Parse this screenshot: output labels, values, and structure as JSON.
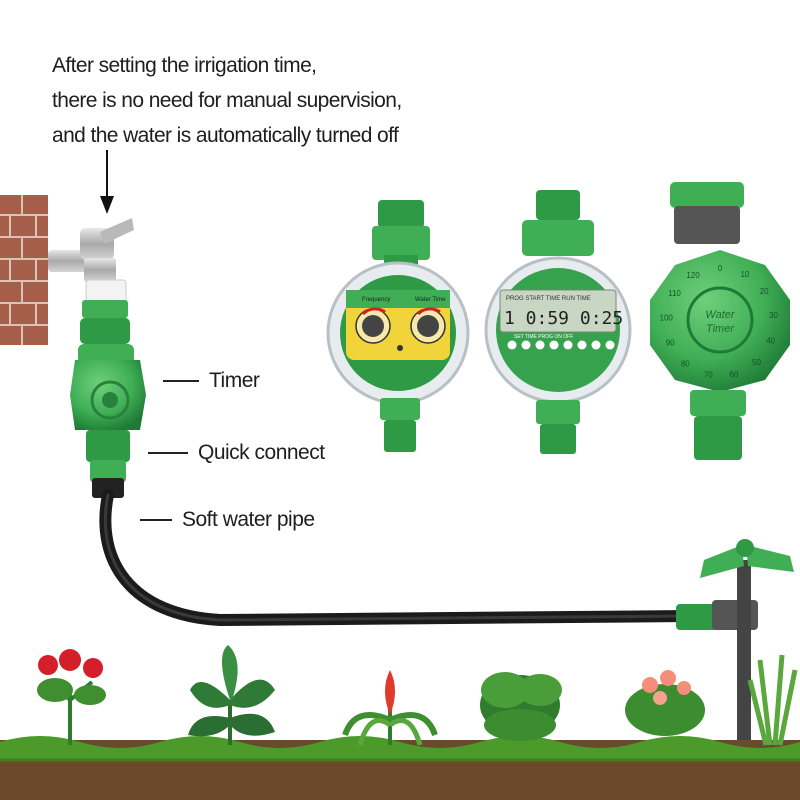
{
  "caption": {
    "lines": [
      "After setting the irrigation time,",
      "there is no need for manual supervision,",
      "and the water is automatically turned off"
    ]
  },
  "callouts": {
    "timer": "Timer",
    "quick_connect": "Quick connect",
    "soft_water_pipe": "Soft water pipe"
  },
  "dual_dial_timer": {
    "left_dial_label": "Frequency",
    "right_dial_label": "Water Time"
  },
  "digital_timer": {
    "lcd_header": "PROG  START TIME  RUN TIME",
    "lcd_digits": "1 0:59 0:25",
    "buttons_label": "SET  TIME  PROG  ON  OFF"
  },
  "mechanical_timer": {
    "face_label_line1": "Water",
    "face_label_line2": "Timer",
    "dial_numbers": [
      "0",
      "10",
      "20",
      "30",
      "40",
      "50",
      "60",
      "70",
      "80",
      "90",
      "100",
      "110",
      "120"
    ]
  },
  "colors": {
    "timer_green": "#3fae55",
    "dark_green": "#1f7a35",
    "lcd_yellow": "#f1d33a",
    "lcd_screen": "#c9d6c4",
    "brick": "#a55e4a",
    "soil": "#6b4a2b",
    "grass": "#4c9a2a"
  },
  "icons": [
    "faucet-icon",
    "down-arrow-icon",
    "sprinkler-icon"
  ]
}
